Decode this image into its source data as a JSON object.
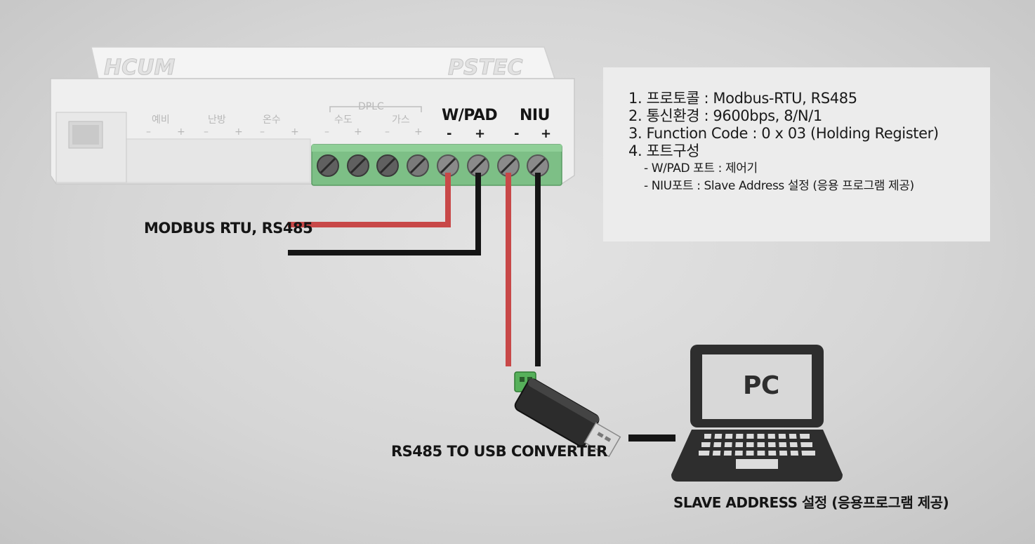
{
  "device": {
    "brand_left": "HCUM",
    "brand_right": "PSTEC",
    "dplc_label": "DPLC",
    "port_labels": [
      "예비",
      "난방",
      "온수",
      "수도",
      "가스"
    ],
    "port_wpad": "W/PAD",
    "port_niu": "NIU",
    "polarity": {
      "minus": "-",
      "plus": "+"
    }
  },
  "labels": {
    "modbus": "MODBUS RTU, RS485",
    "converter": "RS485 TO USB CONVERTER",
    "pc": "PC",
    "pc_caption": "SLAVE ADDRESS 설정 (응용프로그램 제공)"
  },
  "info": {
    "lines": [
      "1. 프로토콜 : Modbus-RTU, RS485",
      "2. 통신환경 : 9600bps, 8/N/1",
      "3. Function Code : 0 x 03 (Holding Register)",
      "4. 포트구성"
    ],
    "sub_lines": [
      "- W/PAD 포트 : 제어기",
      "- NIU포트 : Slave Address 설정 (응용 프로그램 제공)"
    ]
  },
  "colors": {
    "wire_red": "#c84848",
    "wire_black": "#151515",
    "terminal_green": "#7dbf86",
    "housing": "#f2f2f2",
    "info_bg": "#ececec"
  }
}
